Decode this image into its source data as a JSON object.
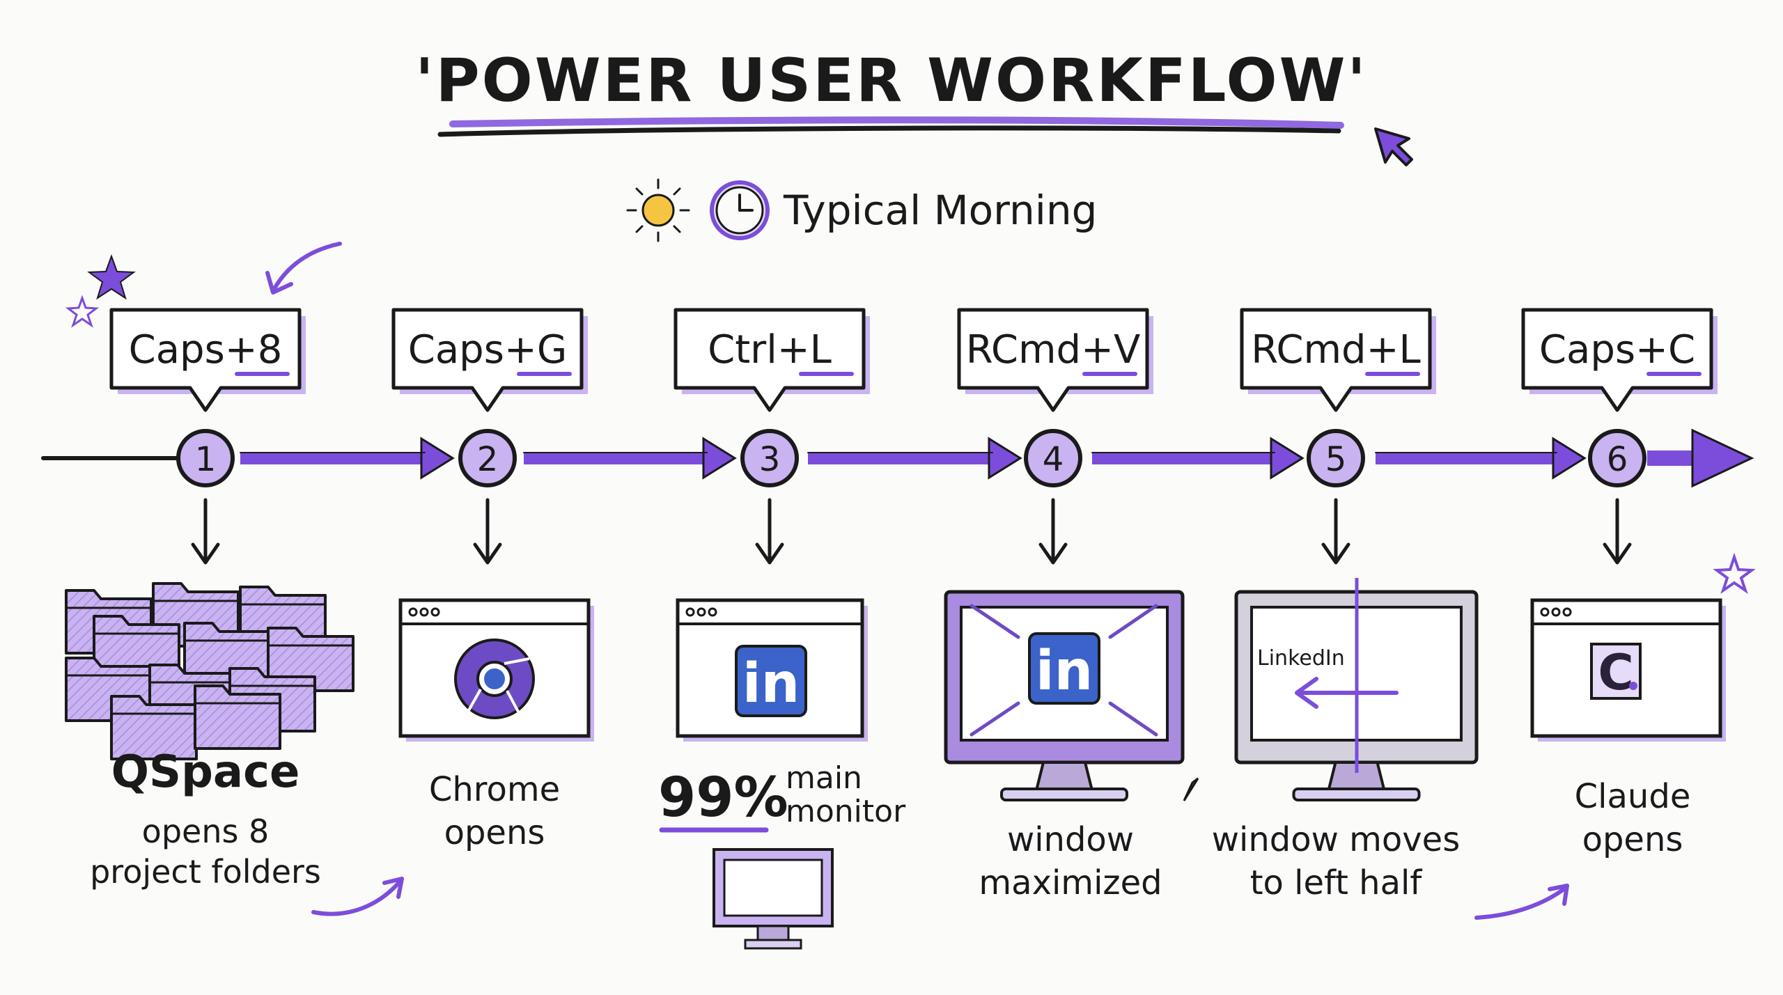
{
  "title": "'POWER USER WORKFLOW'",
  "subtitle": "Typical Morning",
  "colors": {
    "accent": "#7c4dda",
    "accent_light": "#c9b3f0",
    "ink": "#1a1a1a",
    "sun": "#f5c542",
    "linkedin_blue": "#3b63c9"
  },
  "steps": [
    {
      "number": "1",
      "key_prefix": "Caps+",
      "key_suffix": "8",
      "caption_lines": [
        "QSpace",
        "opens 8",
        "project folders"
      ],
      "icon": "folders-icon"
    },
    {
      "number": "2",
      "key_prefix": "Caps+",
      "key_suffix": "G",
      "caption_lines": [
        "Chrome",
        "opens"
      ],
      "icon": "chrome-icon"
    },
    {
      "number": "3",
      "key_prefix": "Ctrl+",
      "key_suffix": "L",
      "caption_lines": [
        "main",
        "monitor"
      ],
      "caption_emphasis": "99%",
      "icon": "linkedin-icon"
    },
    {
      "number": "4",
      "key_prefix": "RCmd+",
      "key_suffix": "V",
      "caption_lines": [
        "window",
        "maximized"
      ],
      "icon": "monitor-maximize-icon"
    },
    {
      "number": "5",
      "key_prefix": "RCmd+",
      "key_suffix": "L",
      "caption_lines": [
        "window moves",
        "to left half"
      ],
      "screen_label": "LinkedIn",
      "icon": "monitor-left-half-icon"
    },
    {
      "number": "6",
      "key_prefix": "Caps+",
      "key_suffix": "C",
      "caption_lines": [
        "Claude",
        "opens"
      ],
      "icon": "claude-icon"
    }
  ]
}
